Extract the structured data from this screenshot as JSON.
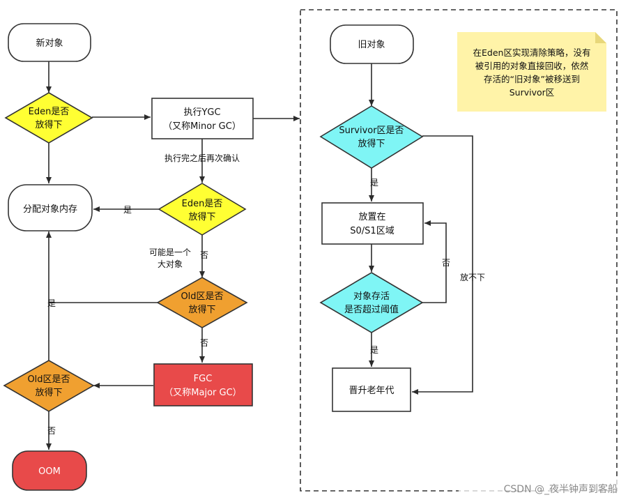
{
  "left_flow": {
    "new_object": "新对象",
    "eden_check_1": [
      "Eden是否",
      "放得下"
    ],
    "ygc": [
      "执行YGC",
      "（又称Minor GC）"
    ],
    "after_ygc_label": "执行完之后再次确认",
    "eden_check_2": [
      "Eden是否",
      "放得下"
    ],
    "allocate_memory": "分配对象内存",
    "yes_1": "是",
    "maybe_large": [
      "可能是一个",
      "大对象"
    ],
    "no_1": "否",
    "old_check_1": [
      "Old区是否",
      "放得下"
    ],
    "yes_2": "是",
    "no_2": "否",
    "fgc": [
      "FGC",
      "（又称Major GC）"
    ],
    "old_check_2": [
      "Old区是否",
      "放得下"
    ],
    "no_3": "否",
    "oom": "OOM"
  },
  "right_flow": {
    "old_object": "旧对象",
    "note": [
      "在Eden区实现清除策略，没有",
      "被引用的对象直接回收，依然",
      "存活的“旧对象”被移送到",
      "Survivor区"
    ],
    "survivor_check": [
      "Survivor区是否",
      "放得下"
    ],
    "yes_1": "是",
    "place_s0s1": [
      "放置在",
      "S0/S1区域"
    ],
    "no_1": "否",
    "threshold_check": [
      "对象存活",
      "是否超过阈值"
    ],
    "yes_2": "是",
    "cannot_fit": "放不下",
    "tenured": "晋升老年代"
  },
  "watermark": "CSDN @_夜半钟声到客船",
  "colors": {
    "yellow": "#ffff33",
    "orange": "#f0a030",
    "red": "#e84a4a",
    "cyan": "#7ff5f5",
    "note": "#fff3a8"
  }
}
